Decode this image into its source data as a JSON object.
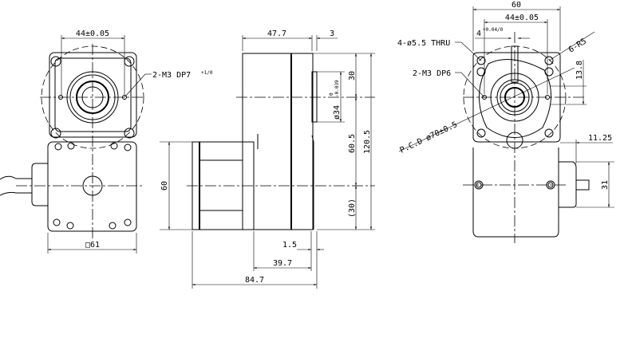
{
  "drawing": {
    "front_view": {
      "dim_bolt_spacing": "44±0.05",
      "label_tapped_holes": "2-M3 DP7",
      "label_tapped_tol": "+1/0",
      "dim_square": "□61"
    },
    "side_view": {
      "dim_gearbox_length": "47.7",
      "dim_flange": "3",
      "dim_shaft_top": "30",
      "dim_shaft_diameter": "ø34",
      "dim_shaft_tol_upper": "0",
      "dim_shaft_tol_lower": "-0.039",
      "dim_center_distance": "60.5",
      "dim_total_height": "120.5",
      "dim_bottom_ref": "(30)",
      "dim_motor_height": "60",
      "dim_gap": "1.5",
      "dim_body": "39.7",
      "dim_total_length": "84.7"
    },
    "rear_view": {
      "dim_width": "60",
      "dim_bolt_spacing": "44±0.05",
      "dim_key": "4",
      "dim_key_tol": "+0.04/0",
      "label_through_holes": "4-ø5.5 THRU",
      "label_tapped_holes": "2-M3 DP6",
      "label_radius": "6-R5",
      "dim_key_height": "13.8",
      "label_pcd": "P.C.D ø70±0.5",
      "dim_encoder_offset": "11.25",
      "dim_encoder_height": "31"
    }
  }
}
